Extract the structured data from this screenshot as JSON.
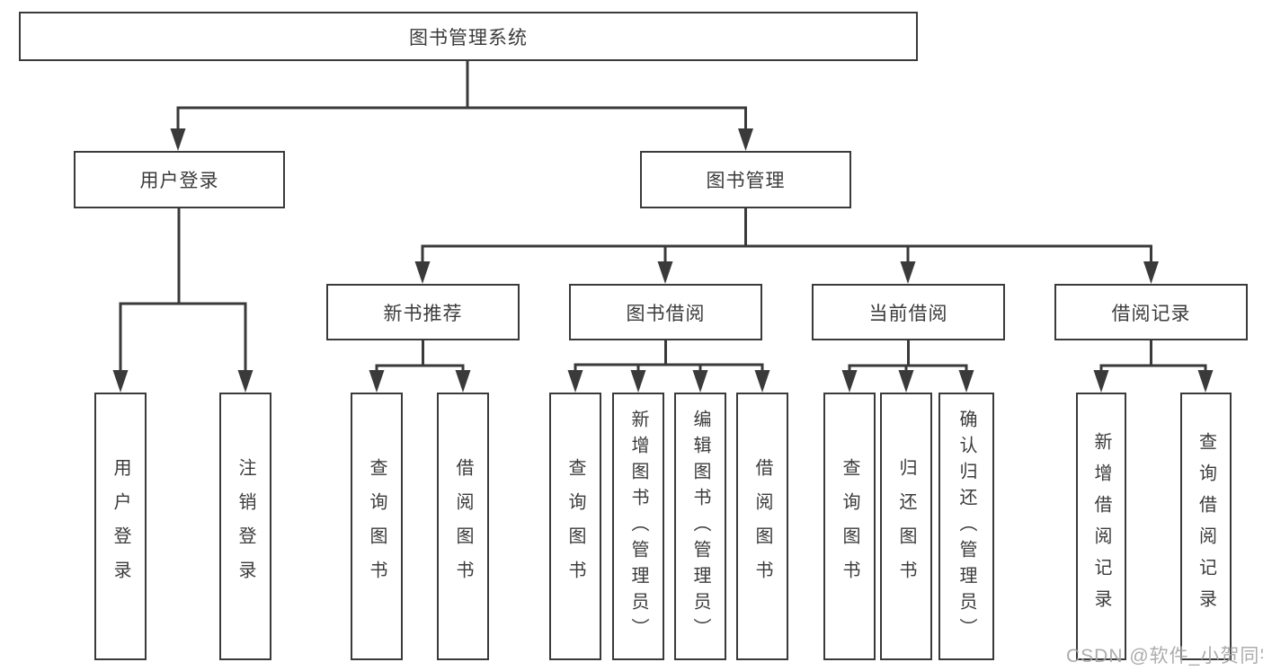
{
  "diagram": {
    "root": "图书管理系统",
    "level2": [
      "用户登录",
      "图书管理"
    ],
    "level3": [
      "新书推荐",
      "图书借阅",
      "当前借阅",
      "借阅记录"
    ],
    "level4": {
      "user_login_children": [
        "用户登录",
        "注销登录"
      ],
      "new_books_children": [
        "查询图书",
        "借阅图书"
      ],
      "book_borrow_children": [
        "查询图书",
        "新增图书（管理员）",
        "编辑图书（管理员）",
        "借阅图书"
      ],
      "current_borrow_children": [
        "查询图书",
        "归还图书",
        "确认归还（管理员）"
      ],
      "records_children": [
        "新增借阅记录",
        "查询借阅记录"
      ]
    }
  },
  "watermark": "CSDN @软件_小贺同学",
  "colors": {
    "line": "#3a3a3a",
    "text": "#3b3b3b",
    "watermark": "#a5a5a5",
    "background": "#ffffff"
  }
}
